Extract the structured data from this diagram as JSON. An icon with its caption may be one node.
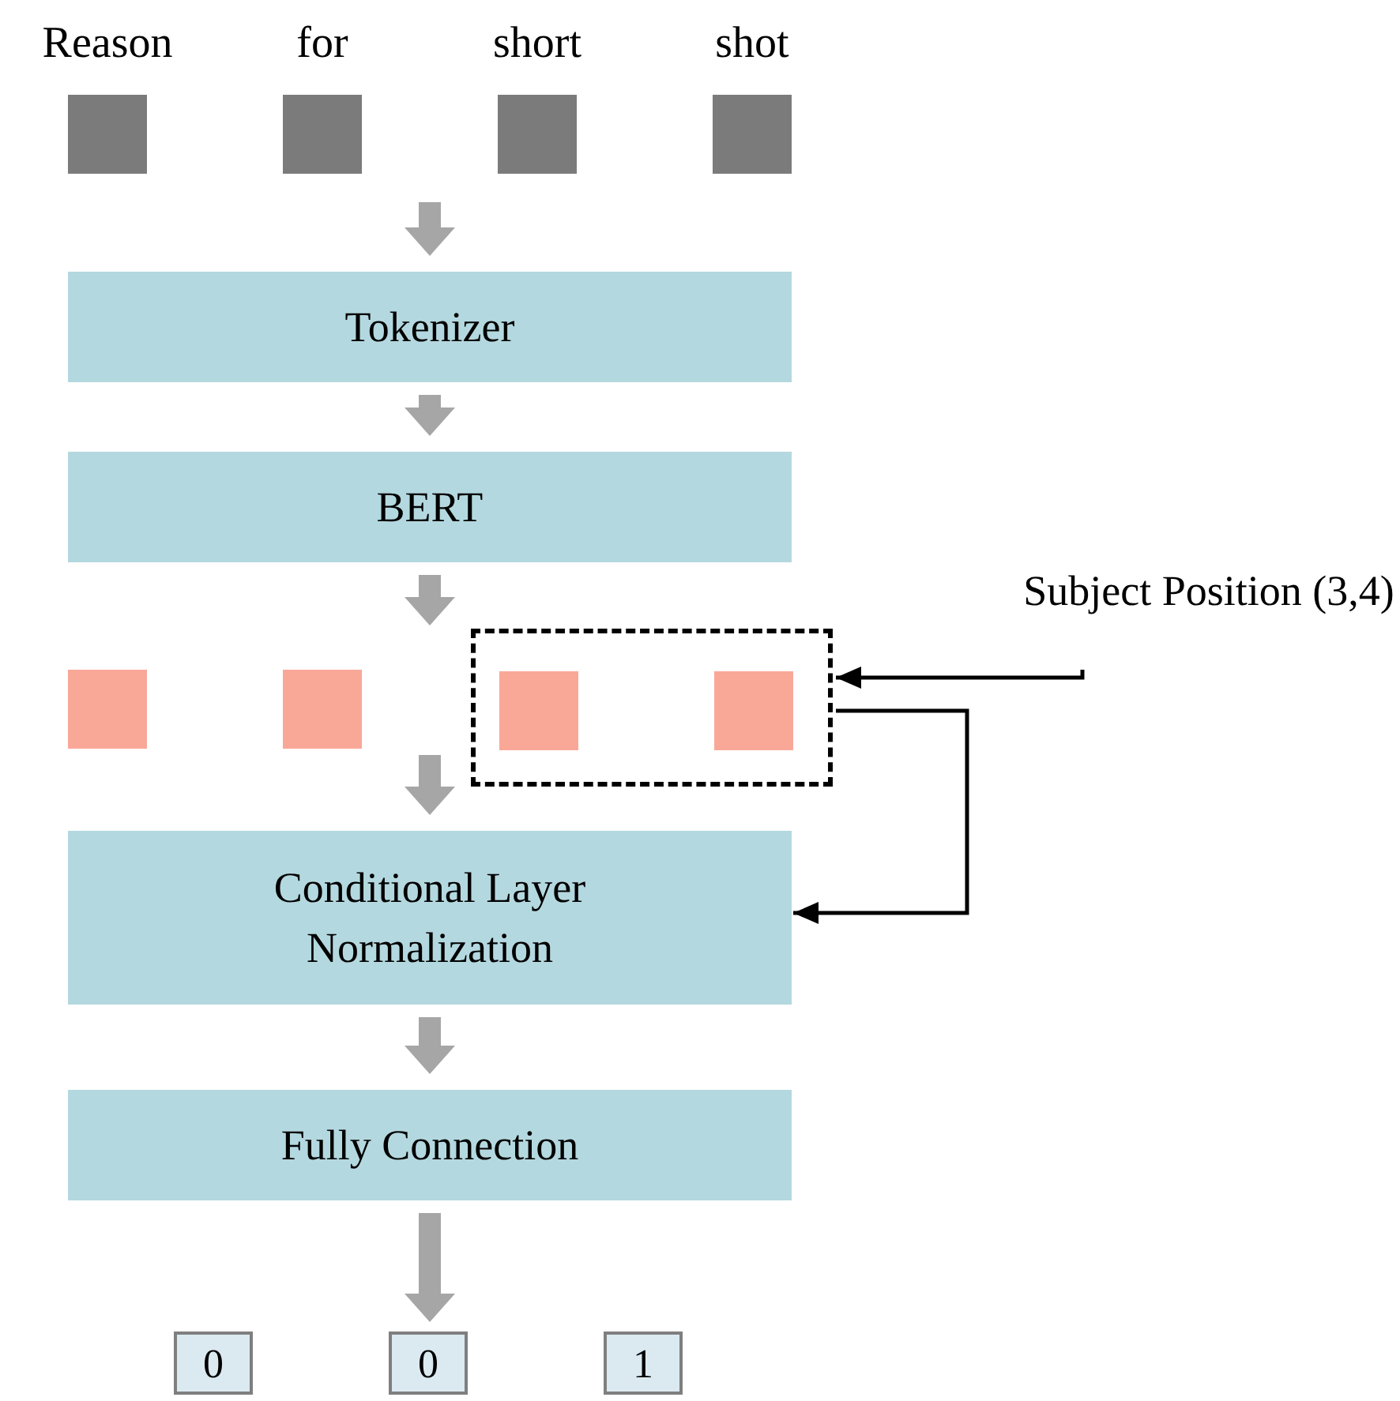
{
  "diagram": {
    "nodes": [
      {
        "text": [],
        "shape": "box",
        "beside": [
          "Reason"
        ]
      },
      {
        "text": [],
        "shape": "box",
        "beside": [
          "for"
        ]
      },
      {
        "text": [],
        "shape": "box",
        "beside": [
          "short"
        ]
      },
      {
        "text": [],
        "shape": "box",
        "beside": [
          "shot"
        ]
      },
      {
        "text": [
          "Tokenizer"
        ]
      },
      {
        "text": [
          "BERT"
        ]
      },
      {
        "text": [],
        "shape": "box"
      },
      {
        "text": [],
        "shape": "box"
      },
      {
        "text": [],
        "shape": "box"
      },
      {
        "text": [],
        "shape": "box",
        "in": 8
      },
      {
        "text": [],
        "shape": "box",
        "in": 8
      },
      {
        "text": [
          "Conditional Layer Normalization"
        ]
      },
      {
        "text": [
          "Fully Connection"
        ]
      },
      {
        "text": [
          "Subject Position (3,4)"
        ]
      },
      {
        "text": [
          "0"
        ]
      },
      {
        "text": [
          "0"
        ]
      },
      {
        "text": [
          "1"
        ]
      }
    ],
    "edges": [
      {
        "from": null,
        "to": 4,
        "arrow": "to",
        "style": "thick"
      },
      {
        "from": 4,
        "to": 5,
        "arrow": "to",
        "style": "thick"
      },
      {
        "from": 5,
        "to": null,
        "arrow": "to",
        "style": "thick"
      },
      {
        "from": null,
        "to": 11,
        "arrow": "to",
        "style": "thick"
      },
      {
        "from": 11,
        "to": 12,
        "arrow": "to",
        "style": "thick"
      },
      {
        "from": 12,
        "to": 15,
        "arrow": "to",
        "style": "thick"
      },
      {
        "from": 13,
        "to": 8,
        "arrow": "to",
        "color": "#000000"
      },
      {
        "from": 8,
        "to": 11,
        "arrow": "to",
        "color": "#000000"
      }
    ]
  }
}
